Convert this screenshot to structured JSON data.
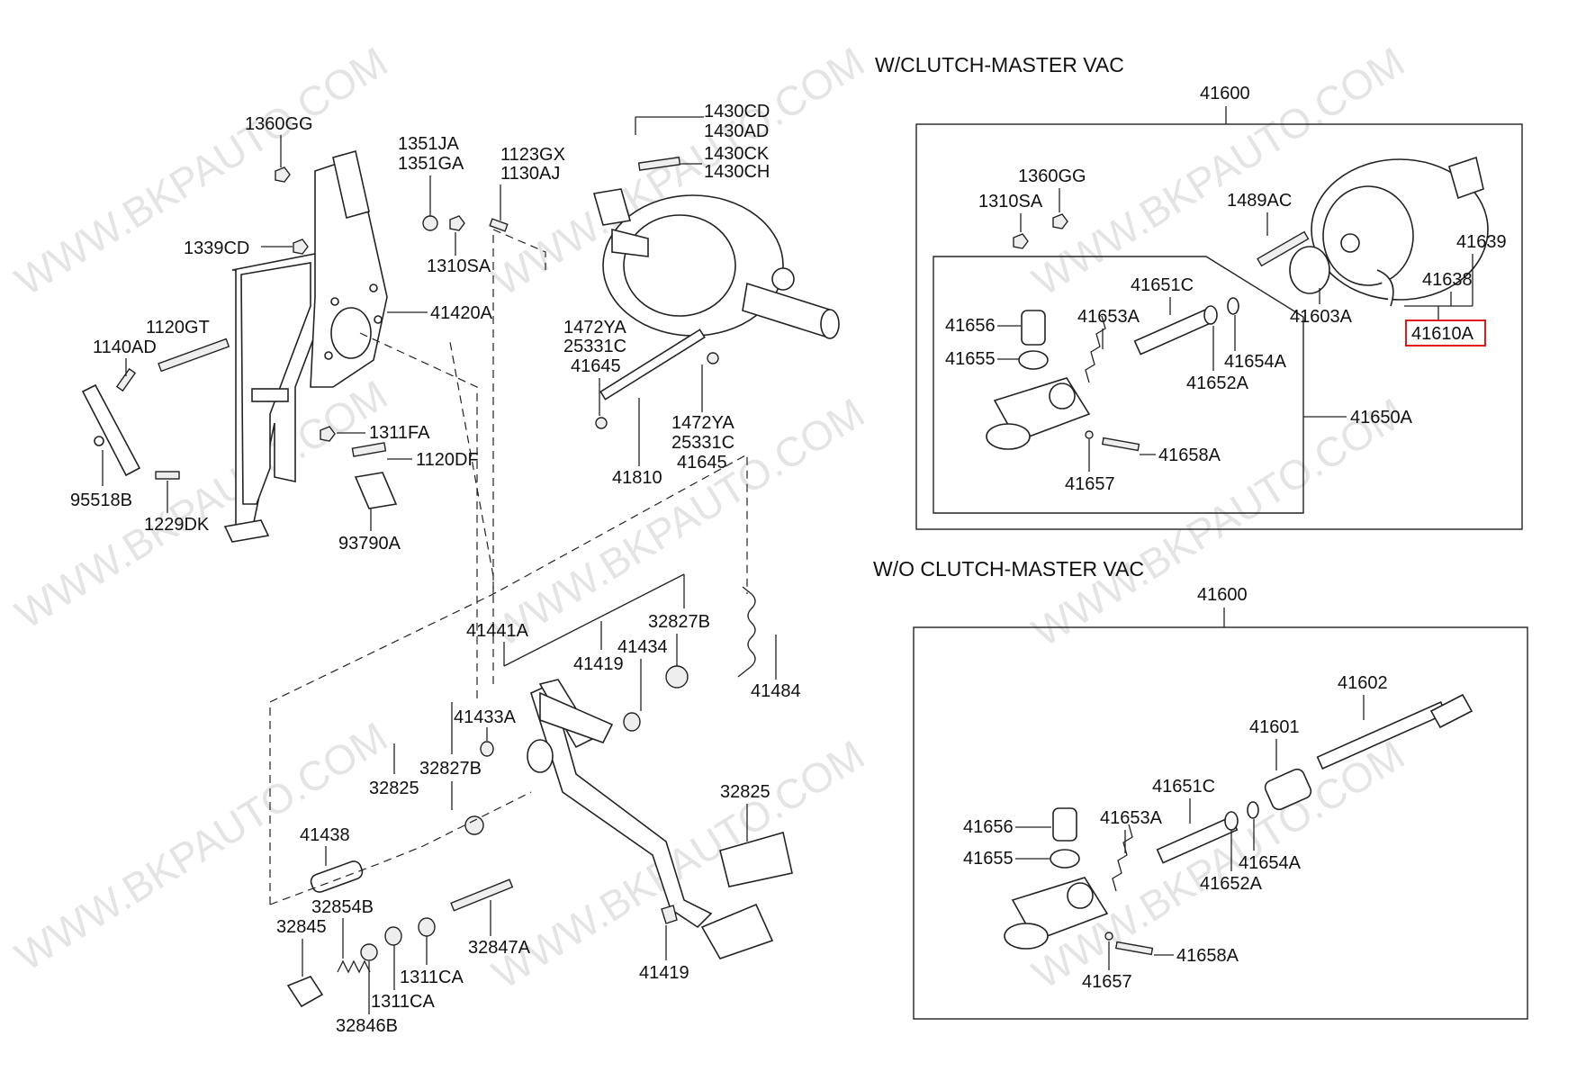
{
  "sections": {
    "with_clutch": {
      "title": "W/CLUTCH-MASTER VAC",
      "assembly": "41600",
      "parts": {
        "p1360GG": "1360GG",
        "p1310SA": "1310SA",
        "p1489AC": "1489AC",
        "p41639": "41639",
        "p41638": "41638",
        "p41610A": "41610A",
        "p41603A": "41603A",
        "p41651C": "41651C",
        "p41656": "41656",
        "p41653A": "41653A",
        "p41655": "41655",
        "p41654A": "41654A",
        "p41652A": "41652A",
        "p41650A": "41650A",
        "p41658A": "41658A",
        "p41657": "41657"
      }
    },
    "without_clutch": {
      "title": "W/O CLUTCH-MASTER VAC",
      "assembly": "41600",
      "parts": {
        "p41602": "41602",
        "p41601": "41601",
        "p41651C": "41651C",
        "p41656": "41656",
        "p41653A": "41653A",
        "p41655": "41655",
        "p41654A": "41654A",
        "p41652A": "41652A",
        "p41658A": "41658A",
        "p41657": "41657"
      }
    },
    "pedal": {
      "parts": {
        "p1360GG": "1360GG",
        "p1351JA": "1351JA",
        "p1351GA": "1351GA",
        "p1123GX": "1123GX",
        "p1130AJ": "1130AJ",
        "p1339CD": "1339CD",
        "p1310SA": "1310SA",
        "p41420A": "41420A",
        "p1120GT": "1120GT",
        "p1140AD": "1140AD",
        "p1311FA": "1311FA",
        "p1120DF": "1120DF",
        "p95518B": "95518B",
        "p1229DK": "1229DK",
        "p93790A": "93790A",
        "p1430CD": "1430CD",
        "p1430AD": "1430AD",
        "p1430CK": "1430CK",
        "p1430CH": "1430CH",
        "p1472YA_a": "1472YA",
        "p25331C_a": "25331C",
        "p41645_a": "41645",
        "p1472YA_b": "1472YA",
        "p25331C_b": "25331C",
        "p41645_b": "41645",
        "p41810": "41810",
        "p41441A": "41441A",
        "p32827B_a": "32827B",
        "p41419_a": "41419",
        "p41434": "41434",
        "p41484": "41484",
        "p41433A": "41433A",
        "p32825_a": "32825",
        "p32827B_b": "32827B",
        "p32825_b": "32825",
        "p41438": "41438",
        "p32854B": "32854B",
        "p32845": "32845",
        "p32847A": "32847A",
        "p1311CA_a": "1311CA",
        "p1311CA_b": "1311CA",
        "p32846B": "32846B",
        "p41419_b": "41419"
      }
    }
  },
  "watermark": "WWW.BKPAUTO.COM",
  "colors": {
    "highlight": "#e01a1a",
    "ink": "#111111"
  }
}
